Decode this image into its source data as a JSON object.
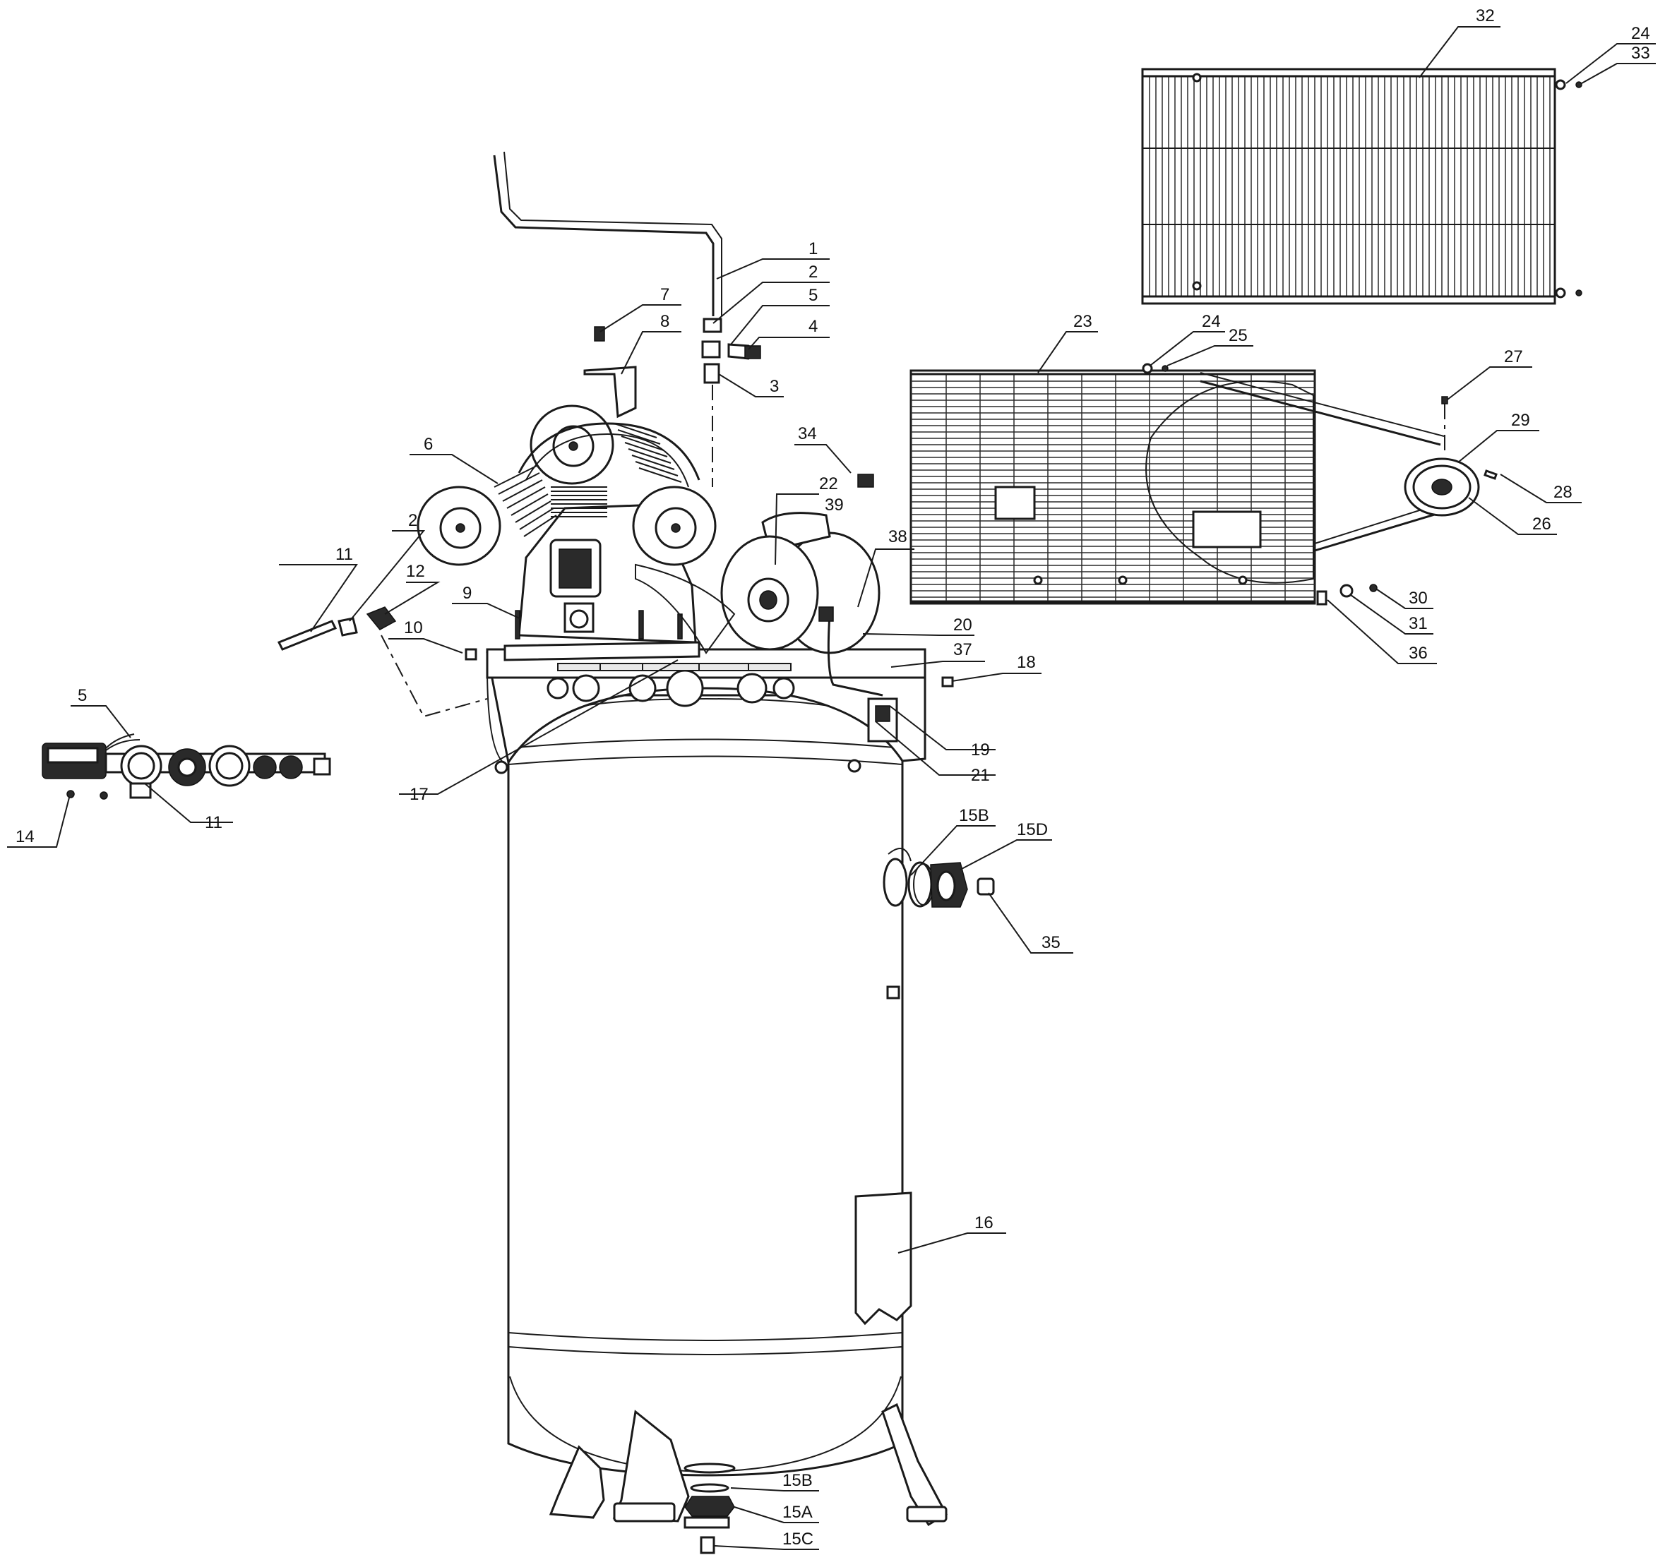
{
  "callouts": [
    {
      "id": "c1",
      "text": "1"
    },
    {
      "id": "c2a",
      "text": "2"
    },
    {
      "id": "c5a",
      "text": "5"
    },
    {
      "id": "c4",
      "text": "4"
    },
    {
      "id": "c3",
      "text": "3"
    },
    {
      "id": "c7",
      "text": "7"
    },
    {
      "id": "c8",
      "text": "8"
    },
    {
      "id": "c6",
      "text": "6"
    },
    {
      "id": "c34",
      "text": "34"
    },
    {
      "id": "c22",
      "text": "22"
    },
    {
      "id": "c39",
      "text": "39"
    },
    {
      "id": "c38",
      "text": "38"
    },
    {
      "id": "c11a",
      "text": "11"
    },
    {
      "id": "c2b",
      "text": "2"
    },
    {
      "id": "c12",
      "text": "12"
    },
    {
      "id": "c9",
      "text": "9"
    },
    {
      "id": "c10",
      "text": "10"
    },
    {
      "id": "c20",
      "text": "20"
    },
    {
      "id": "c37",
      "text": "37"
    },
    {
      "id": "c18",
      "text": "18"
    },
    {
      "id": "c19",
      "text": "19"
    },
    {
      "id": "c21",
      "text": "21"
    },
    {
      "id": "c17",
      "text": "17"
    },
    {
      "id": "c5b",
      "text": "5"
    },
    {
      "id": "c11b",
      "text": "11"
    },
    {
      "id": "c14",
      "text": "14"
    },
    {
      "id": "c32",
      "text": "32"
    },
    {
      "id": "c24a",
      "text": "24"
    },
    {
      "id": "c33",
      "text": "33"
    },
    {
      "id": "c23",
      "text": "23"
    },
    {
      "id": "c24b",
      "text": "24"
    },
    {
      "id": "c25",
      "text": "25"
    },
    {
      "id": "c27",
      "text": "27"
    },
    {
      "id": "c29",
      "text": "29"
    },
    {
      "id": "c28",
      "text": "28"
    },
    {
      "id": "c26",
      "text": "26"
    },
    {
      "id": "c30",
      "text": "30"
    },
    {
      "id": "c31",
      "text": "31"
    },
    {
      "id": "c36",
      "text": "36"
    },
    {
      "id": "c15B_side",
      "text": "15B"
    },
    {
      "id": "c15D",
      "text": "15D"
    },
    {
      "id": "c35",
      "text": "35"
    },
    {
      "id": "c16",
      "text": "16"
    },
    {
      "id": "c15B_bot",
      "text": "15B"
    },
    {
      "id": "c15A",
      "text": "15A"
    },
    {
      "id": "c15C",
      "text": "15C"
    }
  ]
}
